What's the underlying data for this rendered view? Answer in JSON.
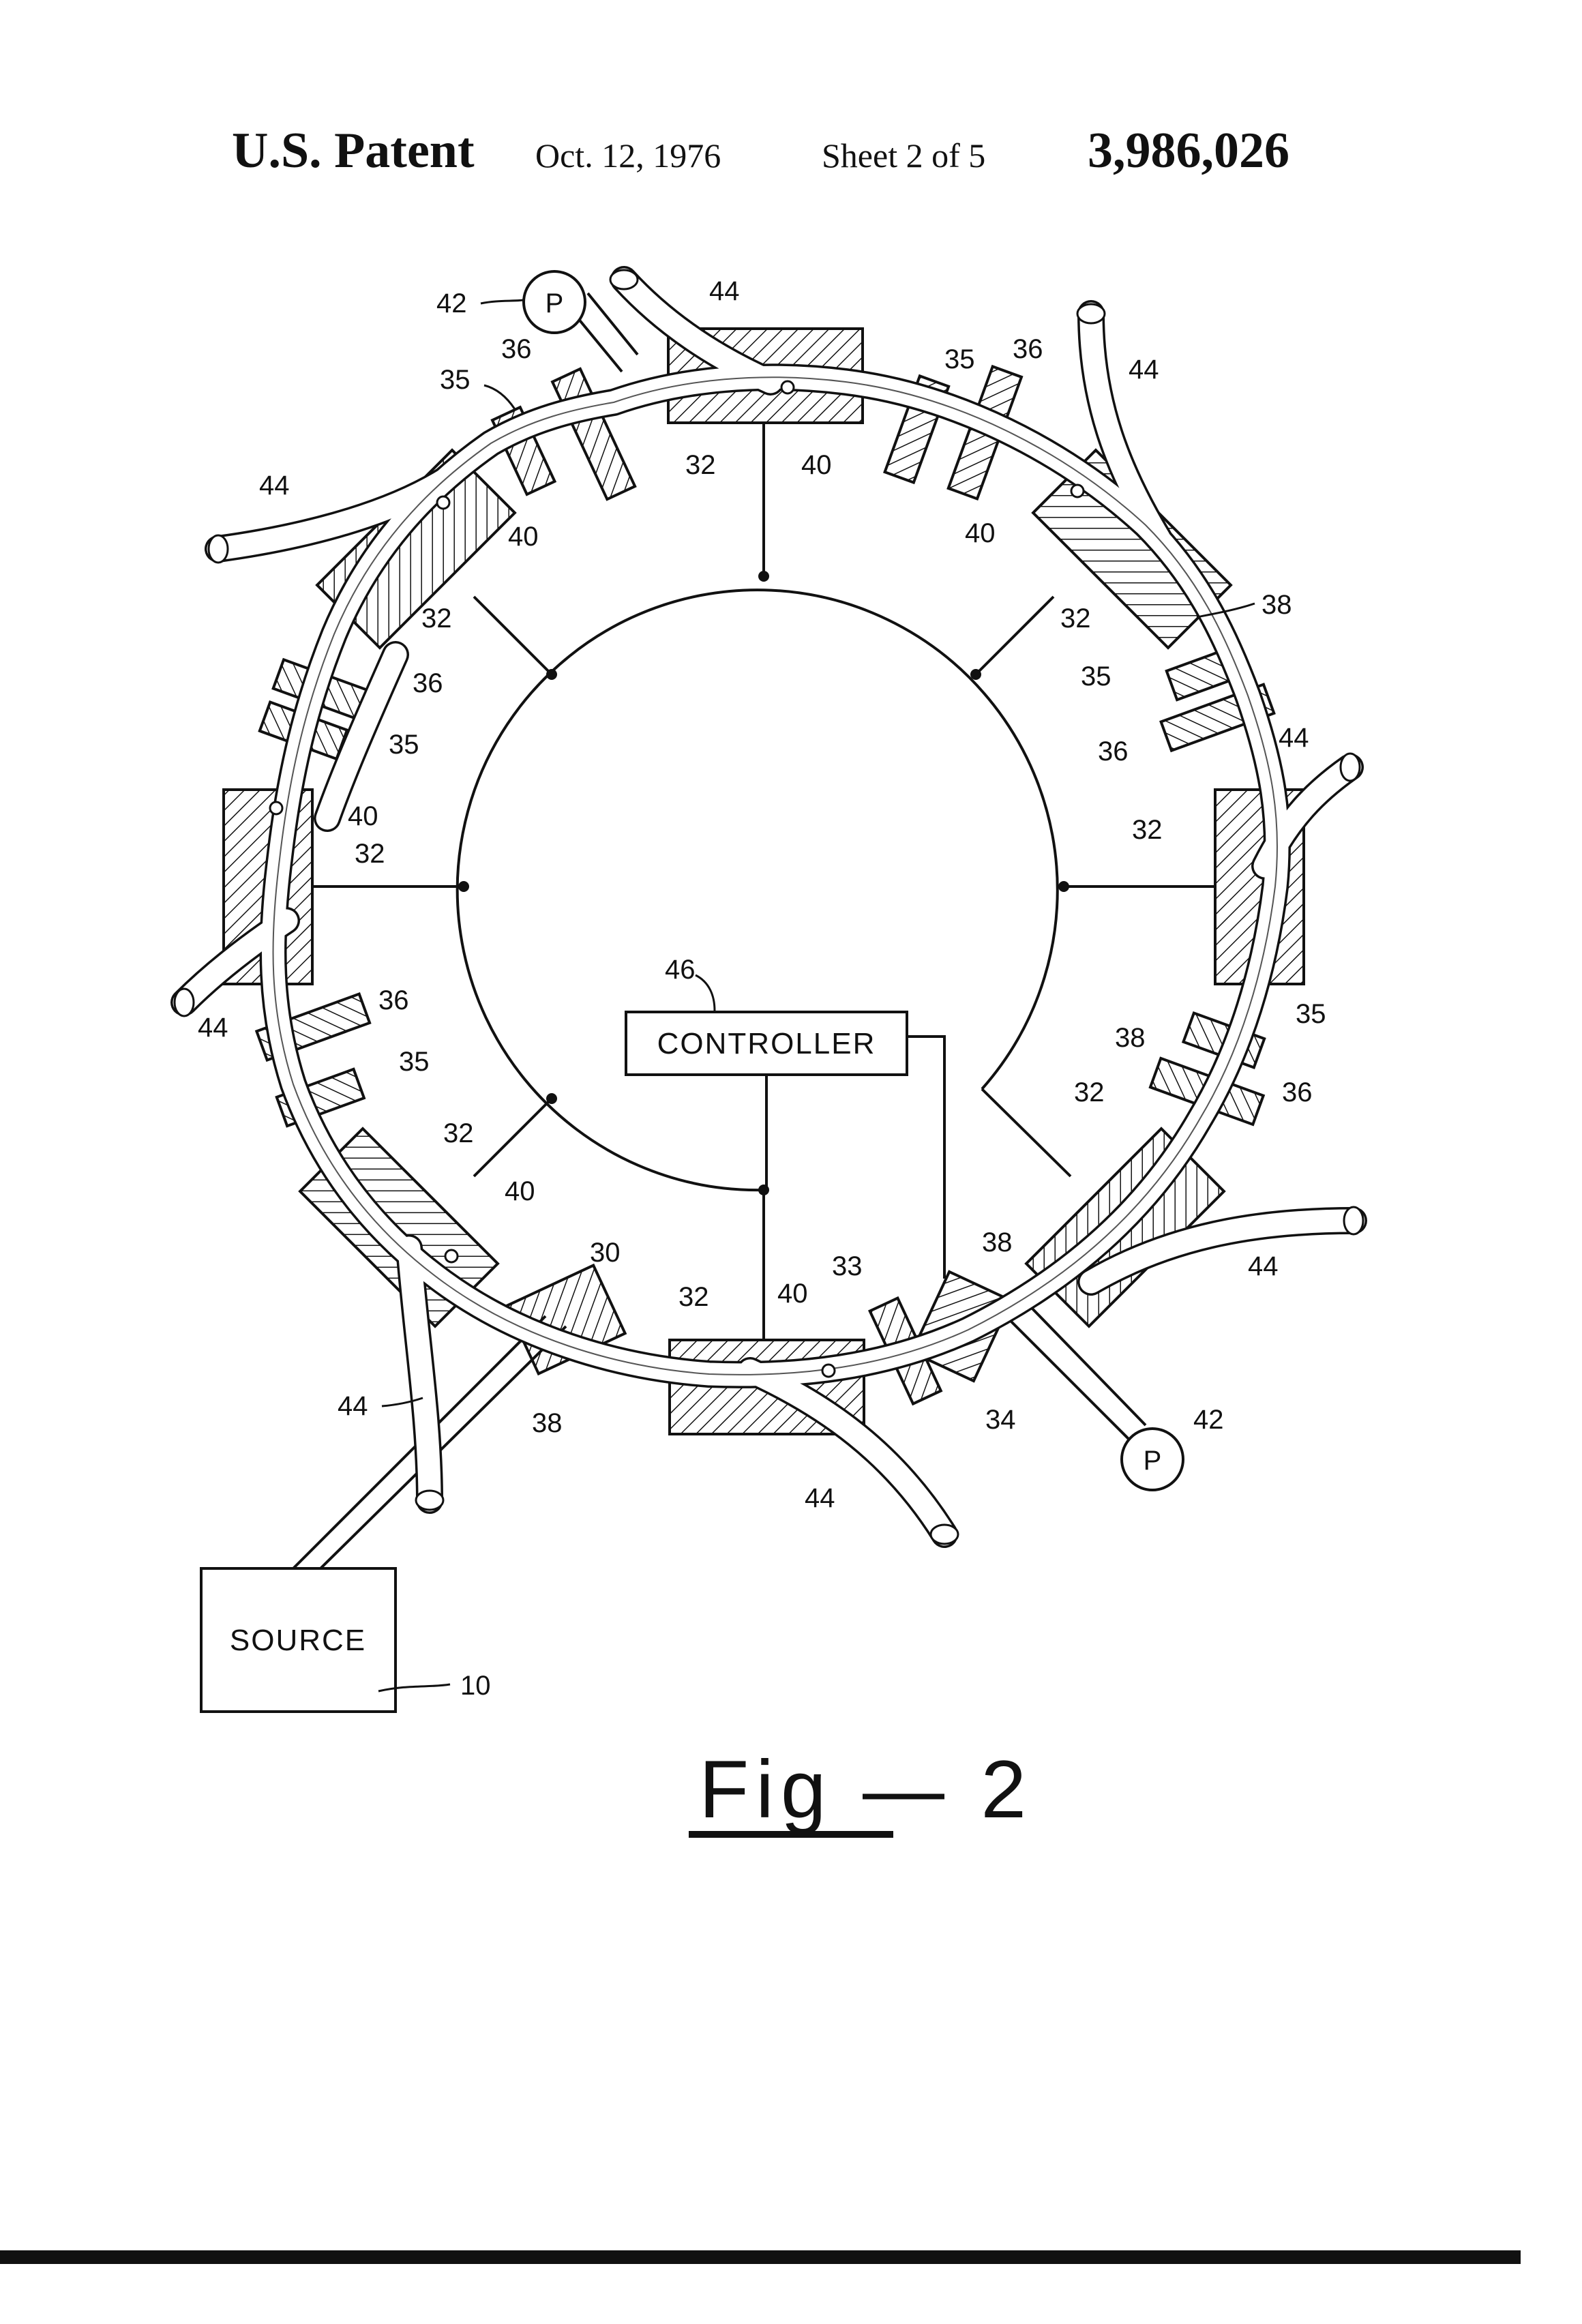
{
  "header": {
    "patent": "U.S. Patent",
    "date": "Oct. 12, 1976",
    "sheet": "Sheet 2 of 5",
    "number": "3,986,026"
  },
  "diagram": {
    "source_label": "SOURCE",
    "controller_label": "CONTROLLER",
    "pump_symbol": "P",
    "figure_caption": "Fig — 2",
    "refs": {
      "r10": "10",
      "r30": "30",
      "r32": "32",
      "r33": "33",
      "r34": "34",
      "r35": "35",
      "r36": "36",
      "r38": "38",
      "r40": "40",
      "r42": "42",
      "r44": "44",
      "r46": "46"
    }
  }
}
